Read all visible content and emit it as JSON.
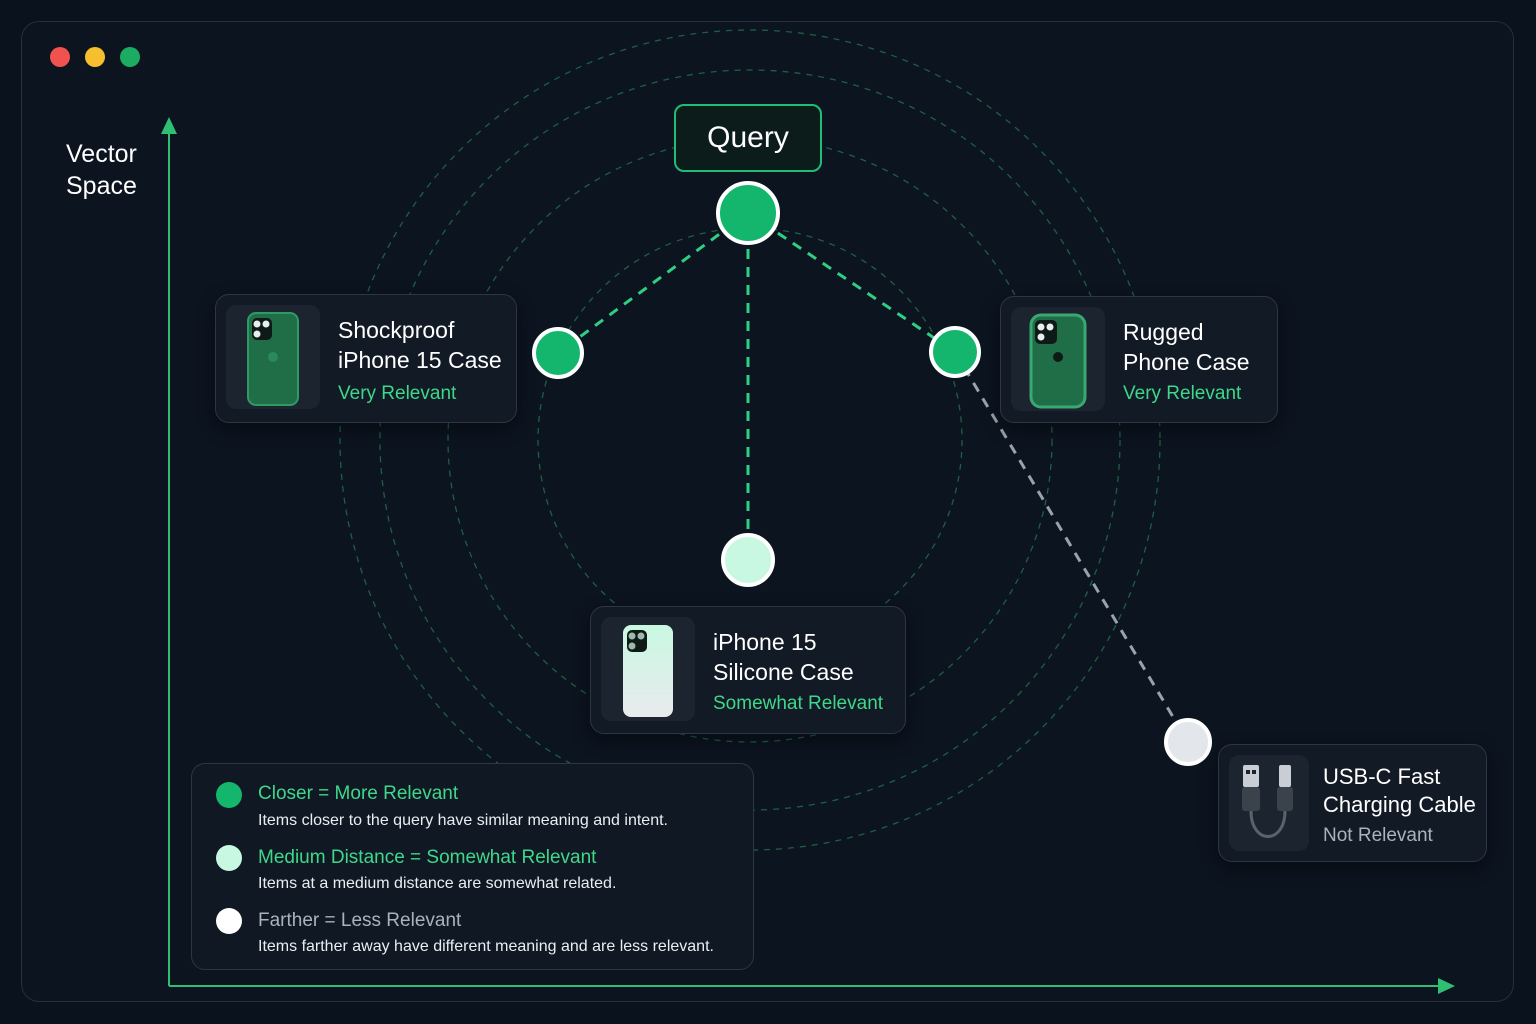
{
  "title": "Vector\nSpace",
  "query": {
    "label": "Query"
  },
  "items": [
    {
      "id": "shockproof",
      "name": "Shockproof\niPhone 15 Case",
      "relevance": "Very Relevant",
      "level": "high"
    },
    {
      "id": "rugged",
      "name": "Rugged\nPhone Case",
      "relevance": "Very Relevant",
      "level": "high"
    },
    {
      "id": "silicone",
      "name": "iPhone 15\nSilicone Case",
      "relevance": "Somewhat Relevant",
      "level": "medium"
    },
    {
      "id": "cable",
      "name": "USB-C Fast\nCharging Cable",
      "relevance": "Not Relevant",
      "level": "low"
    }
  ],
  "legend": [
    {
      "title": "Closer = More Relevant",
      "desc": "Items closer to the query have similar meaning and intent.",
      "color": "#14b56c"
    },
    {
      "title": "Medium Distance = Somewhat Relevant",
      "desc": "Items at a medium distance are somewhat related.",
      "color": "#c9f8e2"
    },
    {
      "title": "Farther = Less Relevant",
      "desc": "Items farther away have different meaning and are less relevant.",
      "color": "#ffffff"
    }
  ],
  "colors": {
    "accent": "#14b56c",
    "accent_text": "#3fd78a",
    "medium": "#c9f8e2",
    "far": "#e3e6ea",
    "muted_text": "#aab2bb",
    "window_red": "#f0524f",
    "window_yellow": "#f6bf2d",
    "window_green": "#1bac62"
  }
}
